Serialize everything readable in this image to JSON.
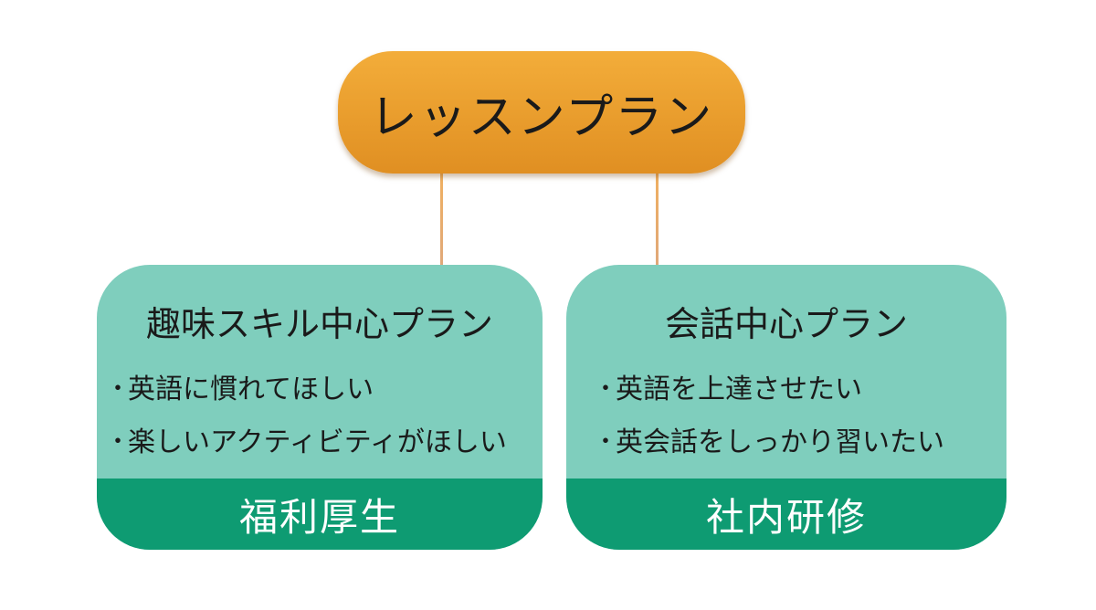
{
  "root": {
    "title": "レッスンプラン"
  },
  "plans": [
    {
      "title": "趣味スキル中心プラン",
      "bullets": [
        "英語に慣れてほしい",
        "楽しいアクティビティがほしい"
      ],
      "category": "福利厚生"
    },
    {
      "title": "会話中心プラン",
      "bullets": [
        "英語を上達させたい",
        "英会話をしっかり習いたい"
      ],
      "category": "社内研修"
    }
  ],
  "bullet_symbol": "・",
  "colors": {
    "root_fill_top": "#f3ad3a",
    "root_fill_bottom": "#e08f22",
    "plan_fill": "#7fcebd",
    "category_fill": "#0e9b72",
    "connector": "#e8ac6a"
  }
}
